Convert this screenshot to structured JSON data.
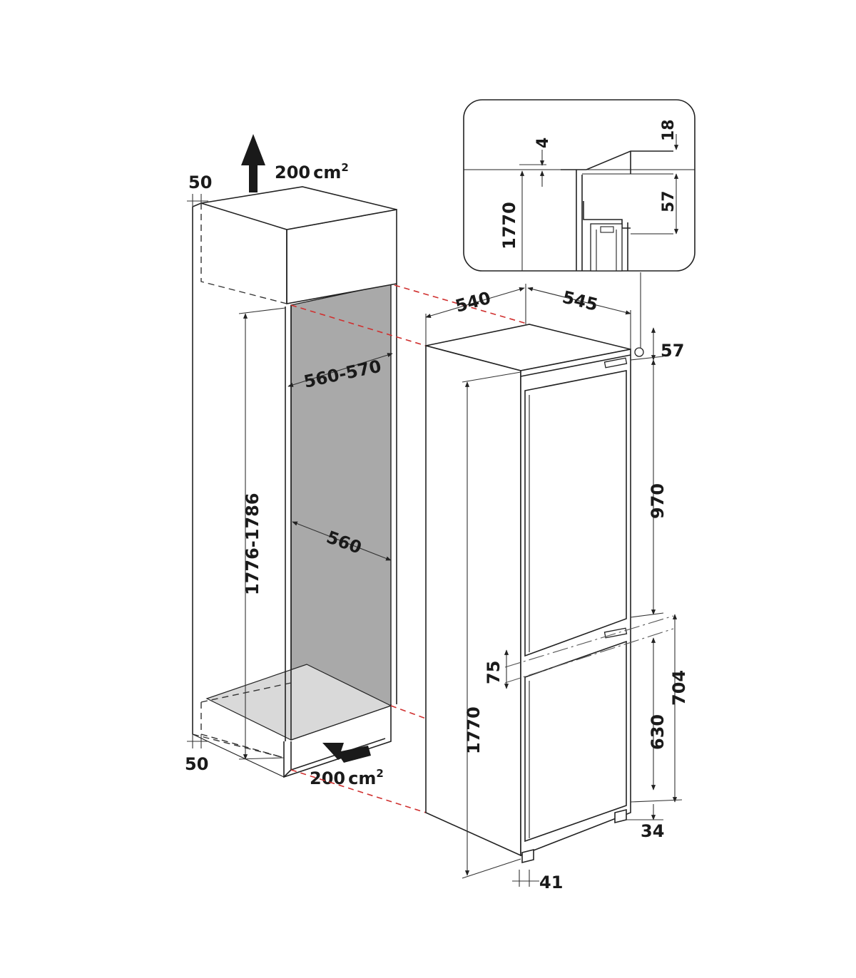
{
  "colors": {
    "line": "#222222",
    "cavity": "#a9a9a9",
    "cavity_floor": "#d9d9d9",
    "alignment_dash": "#d0302f"
  },
  "labels": {
    "top_vent_area": "200",
    "bottom_vent_area": "200",
    "vent_unit": "cm",
    "vent_unit_sup": "2",
    "top_offset": "50",
    "bottom_offset": "50",
    "niche_height": "1776-1786",
    "niche_width": "560-570",
    "niche_depth": "560",
    "appliance_depth": "540",
    "appliance_width": "545",
    "hinge_top": "57",
    "upper_door": "970",
    "door_gap": "75",
    "lower_section": "704",
    "lower_door": "630",
    "appliance_height": "1770",
    "bottom_offset_right": "34",
    "bottom_offset_front": "41",
    "detail_height": "1770",
    "detail_gap": "4",
    "detail_top": "18",
    "detail_hinge": "57"
  }
}
